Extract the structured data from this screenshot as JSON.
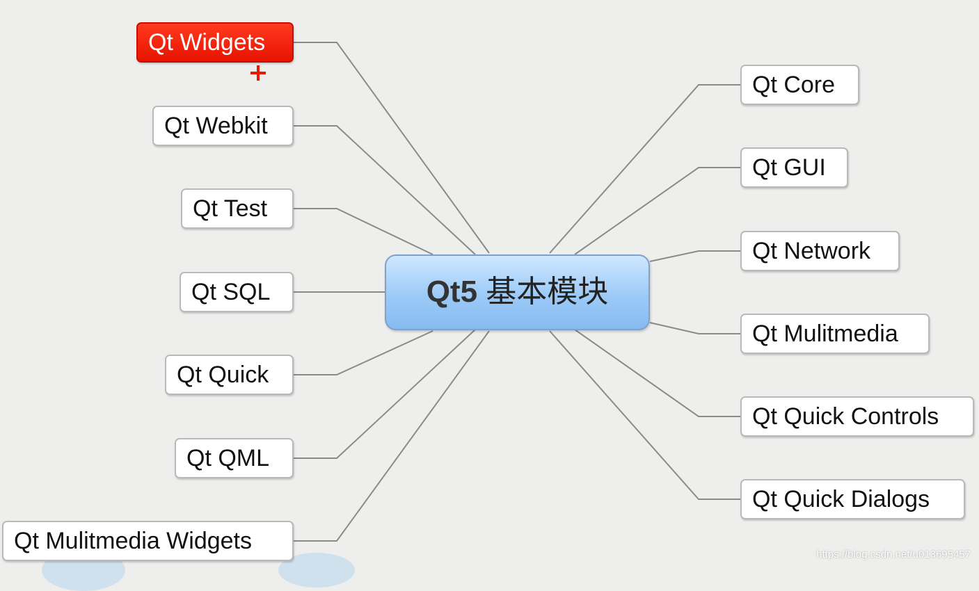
{
  "center": {
    "prefix": "Qt5",
    "suffix": " 基本模块"
  },
  "left_nodes": [
    {
      "label": "Qt Widgets",
      "selected": true
    },
    {
      "label": "Qt Webkit"
    },
    {
      "label": "Qt Test"
    },
    {
      "label": "Qt SQL"
    },
    {
      "label": "Qt Quick"
    },
    {
      "label": "Qt QML"
    },
    {
      "label": "Qt Mulitmedia Widgets"
    }
  ],
  "right_nodes": [
    {
      "label": "Qt Core"
    },
    {
      "label": "Qt GUI"
    },
    {
      "label": "Qt Network"
    },
    {
      "label": "Qt Mulitmedia"
    },
    {
      "label": "Qt Quick Controls"
    },
    {
      "label": "Qt Quick Dialogs"
    }
  ],
  "watermark": "https://blog.csdn.net/u013695457",
  "colors": {
    "background": "#eeeeed",
    "center_fill": "#9ccaf7",
    "selected_fill": "#ff2a10",
    "connector": "#8a8a8a"
  }
}
